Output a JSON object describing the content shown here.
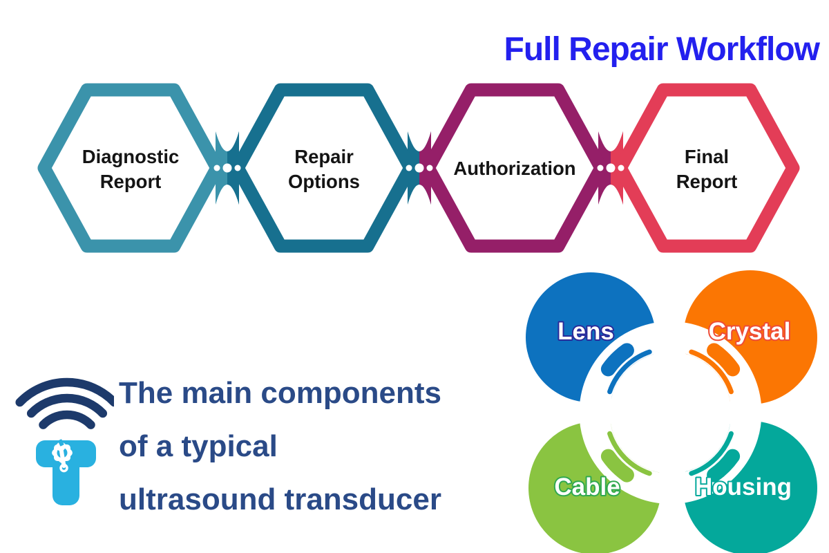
{
  "title": {
    "text": "Full Repair Workflow",
    "color": "#2320ee"
  },
  "workflow": {
    "text_color": "#141414",
    "dot_color": "#ffffff",
    "steps": [
      {
        "label_line1": "Diagnostic",
        "label_line2": "Report",
        "color": "#3b93ab"
      },
      {
        "label_line1": "Repair",
        "label_line2": "Options",
        "color": "#17708f"
      },
      {
        "label_line1": "Authorization",
        "label_line2": "",
        "color": "#951f68"
      },
      {
        "label_line1": "Final",
        "label_line2": "Report",
        "color": "#e33d57"
      }
    ]
  },
  "transducer": {
    "heading_lines": [
      "The main components",
      "of a typical",
      "ultrasound transducer"
    ],
    "heading_color": "#2a4a87",
    "icon": {
      "signal_color": "#1d3a6b",
      "probe_color": "#29b1e0",
      "tool_color": "#ffffff"
    },
    "components": [
      {
        "label": "Lens",
        "color": "#0d72bf",
        "outline": "#2a2a99"
      },
      {
        "label": "Crystal",
        "color": "#fb7603",
        "outline": "#ee4b36"
      },
      {
        "label": "Cable",
        "color": "#8ac441",
        "outline": "#2fa84e"
      },
      {
        "label": "Housing",
        "color": "#04a89b",
        "outline": "#04a89b"
      }
    ]
  }
}
